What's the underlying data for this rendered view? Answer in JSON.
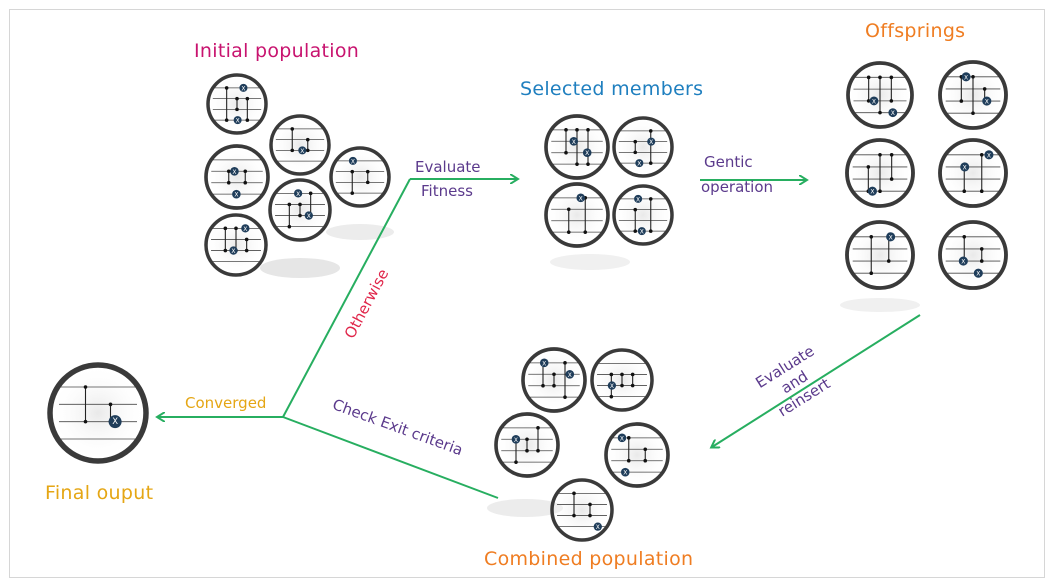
{
  "labels": {
    "initial_population": "Initial population",
    "selected_members": "Selected members",
    "offsprings": "Offsprings",
    "combined_population": "Combined population",
    "final_output": "Final ouput",
    "evaluate_fitness_line1": "Evaluate",
    "evaluate_fitness_line2": "Fitness",
    "genetic_operation_line1": "Gentic",
    "genetic_operation_line2": "operation",
    "evaluate_reinsert_line1": "Evaluate",
    "evaluate_reinsert_line2": "and",
    "evaluate_reinsert_line3": "reinsert",
    "check_exit": "Check Exit criteria",
    "otherwise": "Otherwise",
    "converged": "Converged"
  },
  "gate_symbol": "X",
  "colors": {
    "arrow": "#27ae60",
    "initial_population": "#c8136f",
    "selected_members": "#1f7fbf",
    "offsprings": "#ef7d22",
    "combined_population": "#ef7d22",
    "final_output": "#e5a614",
    "converged": "#e5a614",
    "operations": "#5b3a8c",
    "otherwise": "#e0264a"
  },
  "icons": [
    "circuit-circle-icon",
    "x-gate-icon",
    "arrow-icon"
  ]
}
